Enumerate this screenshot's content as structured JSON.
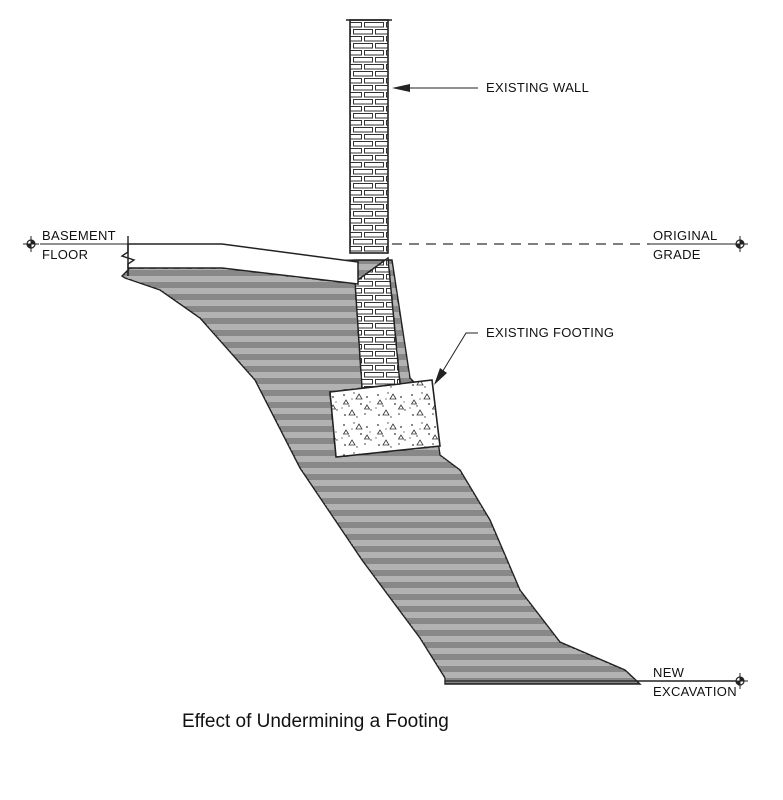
{
  "labels": {
    "existing_wall": "EXISTING WALL",
    "basement_floor_1": "BASEMENT",
    "basement_floor_2": "FLOOR",
    "original_grade_1": "ORIGINAL",
    "original_grade_2": "GRADE",
    "existing_footing": "EXISTING FOOTING",
    "new_excavation_1": "NEW",
    "new_excavation_2": "EXCAVATION"
  },
  "caption": "Effect of Undermining a Footing",
  "colors": {
    "line": "#222222",
    "soil_hatch": "#555555",
    "background": "#ffffff"
  }
}
